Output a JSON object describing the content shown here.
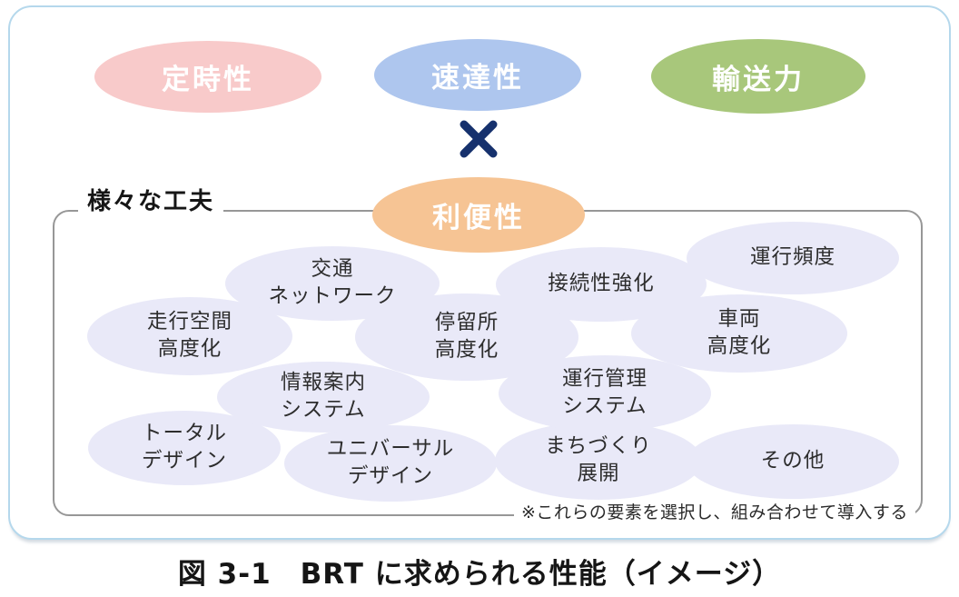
{
  "figure": {
    "caption": "図 3-1　BRT に求められる性能（イメージ）",
    "top_ellipses": [
      {
        "id": "punctuality",
        "label": "定時性",
        "color": "#f8caca"
      },
      {
        "id": "rapidity",
        "label": "速達性",
        "color": "#aec6ee"
      },
      {
        "id": "capacity",
        "label": "輸送力",
        "color": "#a8c77b"
      }
    ],
    "multiply_symbol": "✕",
    "convenience": {
      "label": "利便性",
      "color": "#f6c494"
    },
    "devices_box": {
      "label": "様々な工夫",
      "note": "※これらの要素を選択し、組み合わせて導入する",
      "items": [
        "交通\nネットワーク",
        "接続性強化",
        "運行頻度",
        "走行空間\n高度化",
        "停留所\n高度化",
        "車両\n高度化",
        "情報案内\nシステム",
        "運行管理\nシステム",
        "トータル\nデザイン",
        "ユニバーサル\nデザイン",
        "まちづくり\n展開",
        "その他"
      ],
      "bubble_color": "#e9e9f8"
    },
    "colors": {
      "multiply": "#16316d",
      "outer_border": "#b5d8ec",
      "inner_border": "#979797"
    }
  }
}
